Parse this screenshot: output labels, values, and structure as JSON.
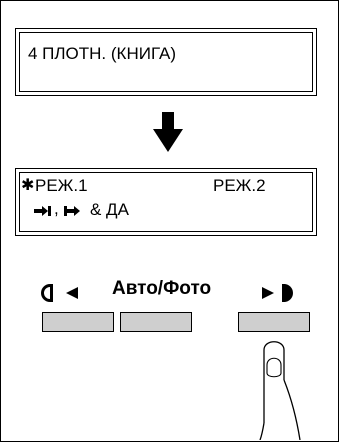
{
  "display_before": {
    "line1": "4  ПЛОТН. (КНИГА)"
  },
  "display_after": {
    "mode1_marker": "✱",
    "mode1": "РЕЖ.1",
    "mode2": "РЕЖ.2",
    "line2_suffix": "&  ДА"
  },
  "controls": {
    "label": "Авто/Фото"
  },
  "icons": {
    "down_arrow": "arrow-down-icon",
    "left_arrow": "left-arrow-icon",
    "right_arrow": "right-arrow-icon",
    "finger": "pointing-finger-icon"
  }
}
